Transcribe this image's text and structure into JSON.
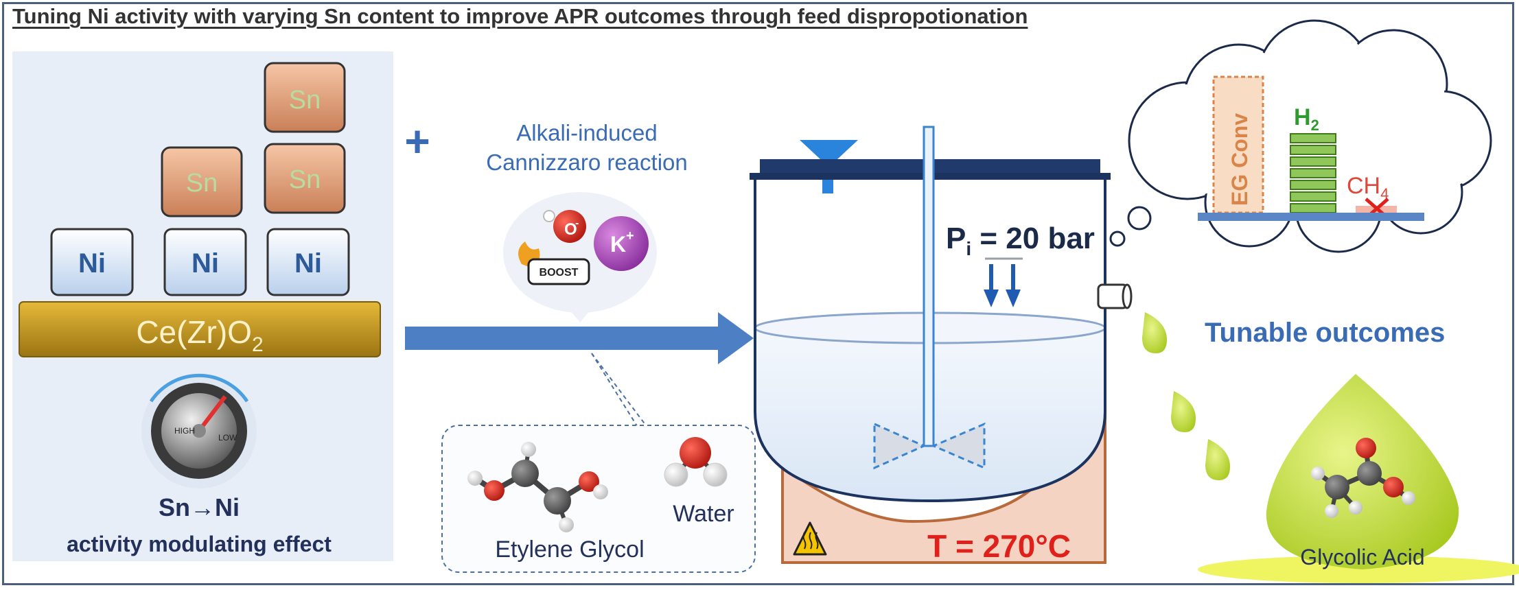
{
  "title": "Tuning Ni activity with varying Sn content to improve APR outcomes through feed dispropotionation",
  "catalyst": {
    "support_label": "Ce(Zr)O",
    "support_subscript": "2",
    "ni_label": "Ni",
    "sn_label": "Sn",
    "dial_high": "HIGH",
    "dial_low": "LOW",
    "effect_line1": "Sn→Ni",
    "effect_line2": "activity modulating effect"
  },
  "promoter": {
    "plus": "+",
    "line1": "Alkali-induced",
    "line2": "Cannizzaro reaction",
    "hydroxide": "O",
    "hydroxide_charge": "-",
    "potassium": "K",
    "potassium_charge": "+",
    "boost": "BOOST"
  },
  "feed": {
    "eg_label": "Etylene Glycol",
    "water_label": "Water"
  },
  "reactor": {
    "pressure_prefix": "P",
    "pressure_sub": "i",
    "pressure_value": " = 20 bar",
    "temperature": "T = 270°C"
  },
  "outcomes": {
    "eg_conv": "EG Conv",
    "h2": "H",
    "h2_sub": "2",
    "ch4": "CH",
    "ch4_sub": "4",
    "tunable": "Tunable outcomes",
    "product": "Glycolic Acid"
  },
  "colors": {
    "accent_blue": "#3a6bb5",
    "temperature_red": "#e0201b",
    "h2_green": "#2f9a2f",
    "ch4_red": "#e0463a",
    "eg_orange": "#d9854a"
  }
}
